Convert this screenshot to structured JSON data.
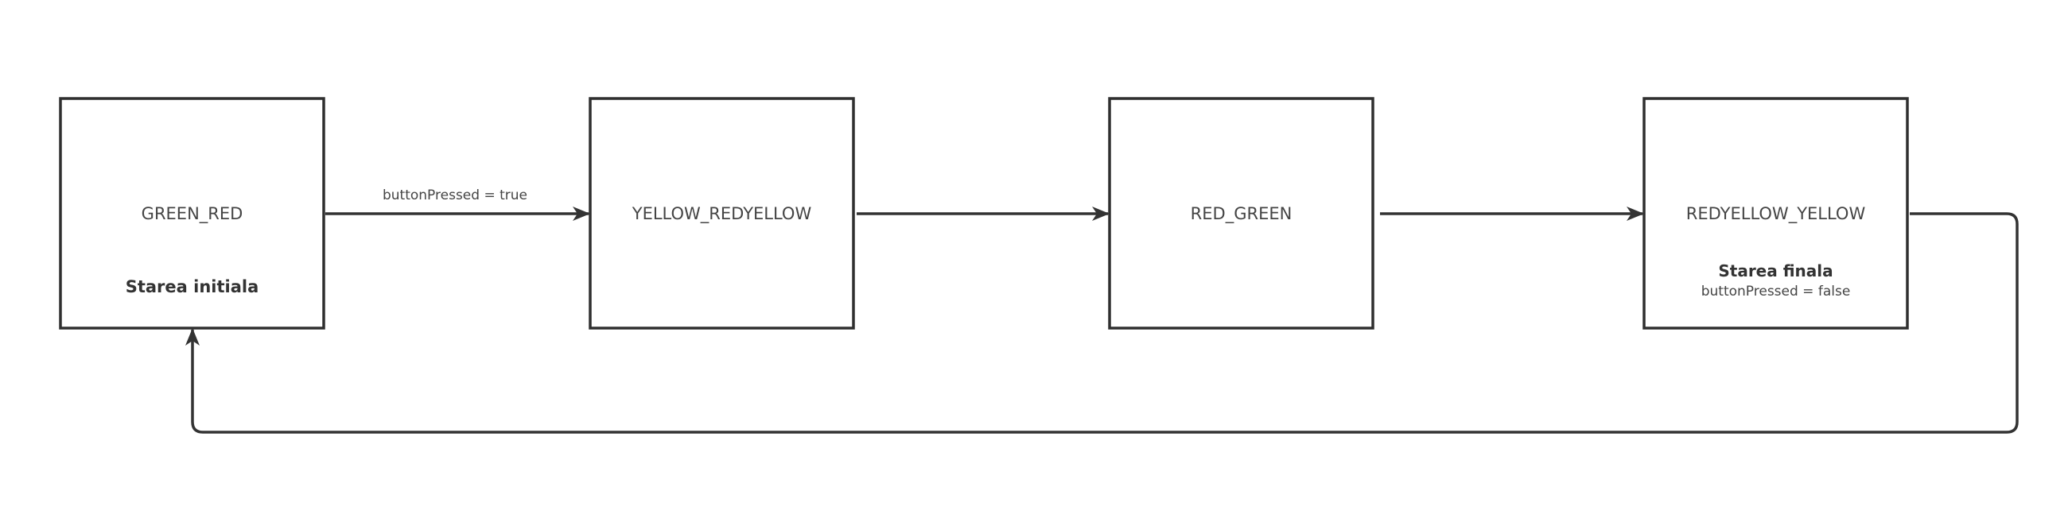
{
  "states": [
    {
      "id": "green-red",
      "name": "GREEN_RED",
      "note_bold": "Starea initiala",
      "note": ""
    },
    {
      "id": "yellow-redyellow",
      "name": "YELLOW_REDYELLOW",
      "note_bold": "",
      "note": ""
    },
    {
      "id": "red-green",
      "name": "RED_GREEN",
      "note_bold": "",
      "note": ""
    },
    {
      "id": "redyellow-yellow",
      "name": "REDYELLOW_YELLOW",
      "note_bold": "Starea finala",
      "note": "buttonPressed = false"
    }
  ],
  "transitions": [
    {
      "from": "GREEN_RED",
      "to": "YELLOW_REDYELLOW",
      "label": "buttonPressed = true"
    },
    {
      "from": "YELLOW_REDYELLOW",
      "to": "RED_GREEN",
      "label": ""
    },
    {
      "from": "RED_GREEN",
      "to": "REDYELLOW_YELLOW",
      "label": ""
    },
    {
      "from": "REDYELLOW_YELLOW",
      "to": "GREEN_RED",
      "label": ""
    }
  ],
  "colors": {
    "stroke": "#333333",
    "text": "#444444",
    "background": "#ffffff"
  }
}
